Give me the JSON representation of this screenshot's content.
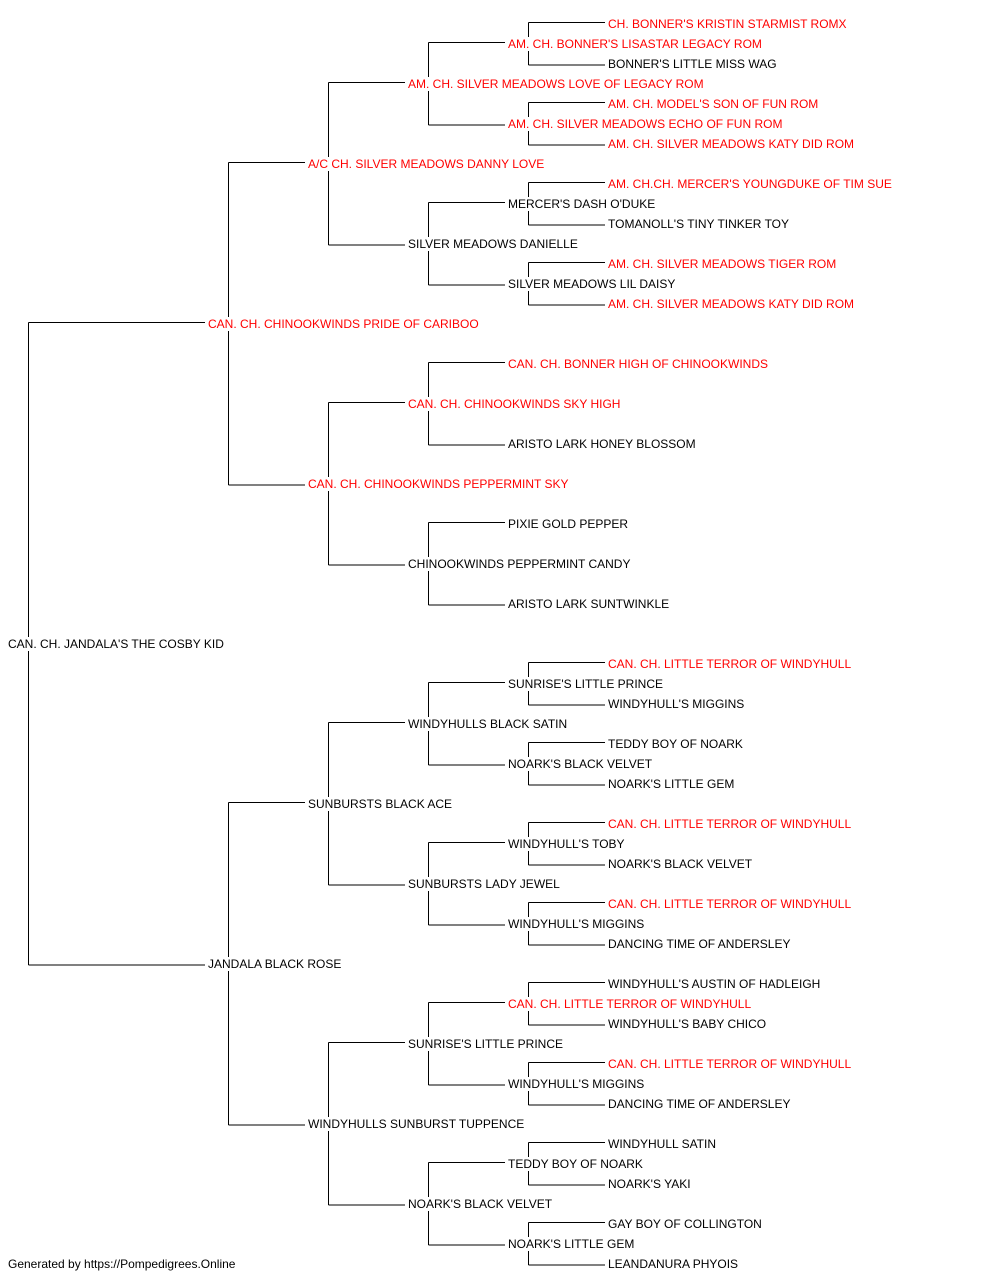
{
  "colors": {
    "champion": "#ff0000",
    "normal": "#000000",
    "line": "#000000"
  },
  "pedigree": {
    "subject": {
      "name": "CAN. CH. JANDALA'S THE COSBY KID",
      "champion": false
    },
    "sire": {
      "name": "CAN. CH. CHINOOKWINDS PRIDE OF CARIBOO",
      "champion": true
    },
    "dam": {
      "name": "JANDALA BLACK ROSE",
      "champion": false
    },
    "sire_sire": {
      "name": "A/C CH. SILVER MEADOWS DANNY LOVE",
      "champion": true
    },
    "sire_dam": {
      "name": "CAN. CH. CHINOOKWINDS PEPPERMINT SKY",
      "champion": true
    },
    "dam_sire": {
      "name": "SUNBURSTS BLACK ACE",
      "champion": false
    },
    "dam_dam": {
      "name": "WINDYHULLS SUNBURST TUPPENCE",
      "champion": false
    },
    "ss_sire": {
      "name": "AM. CH. SILVER MEADOWS LOVE OF LEGACY ROM",
      "champion": true
    },
    "ss_dam": {
      "name": "SILVER MEADOWS DANIELLE",
      "champion": false
    },
    "sd_sire": {
      "name": "CAN. CH. CHINOOKWINDS SKY HIGH",
      "champion": true
    },
    "sd_dam": {
      "name": "CHINOOKWINDS PEPPERMINT CANDY",
      "champion": false
    },
    "ds_sire": {
      "name": "WINDYHULLS BLACK SATIN",
      "champion": false
    },
    "ds_dam": {
      "name": "SUNBURSTS LADY JEWEL",
      "champion": false
    },
    "dd_sire": {
      "name": "SUNRISE'S LITTLE PRINCE",
      "champion": false
    },
    "dd_dam": {
      "name": "NOARK'S BLACK VELVET",
      "champion": false
    },
    "g4_1": {
      "name": "AM. CH. BONNER'S LISASTAR LEGACY ROM",
      "champion": true
    },
    "g4_2": {
      "name": "AM. CH. SILVER MEADOWS ECHO OF FUN ROM",
      "champion": true
    },
    "g4_3": {
      "name": "MERCER'S DASH O'DUKE",
      "champion": false
    },
    "g4_4": {
      "name": "SILVER MEADOWS LIL DAISY",
      "champion": false
    },
    "g4_5": {
      "name": "CAN. CH. BONNER HIGH OF CHINOOKWINDS",
      "champion": true
    },
    "g4_6": {
      "name": "ARISTO LARK HONEY BLOSSOM",
      "champion": false
    },
    "g4_7": {
      "name": "PIXIE GOLD PEPPER",
      "champion": false
    },
    "g4_8": {
      "name": "ARISTO LARK SUNTWINKLE",
      "champion": false
    },
    "g4_9": {
      "name": "SUNRISE'S LITTLE PRINCE",
      "champion": false
    },
    "g4_10": {
      "name": "NOARK'S BLACK VELVET",
      "champion": false
    },
    "g4_11": {
      "name": "WINDYHULL'S TOBY",
      "champion": false
    },
    "g4_12": {
      "name": "WINDYHULL'S MIGGINS",
      "champion": false
    },
    "g4_13": {
      "name": "CAN. CH. LITTLE TERROR OF WINDYHULL",
      "champion": true
    },
    "g4_14": {
      "name": "WINDYHULL'S MIGGINS",
      "champion": false
    },
    "g4_15": {
      "name": "TEDDY BOY OF NOARK",
      "champion": false
    },
    "g4_16": {
      "name": "NOARK'S LITTLE GEM",
      "champion": false
    },
    "g5_1": {
      "name": "CH. BONNER'S KRISTIN STARMIST ROMX",
      "champion": true
    },
    "g5_2": {
      "name": "BONNER'S LITTLE MISS WAG",
      "champion": false
    },
    "g5_3": {
      "name": "AM. CH. MODEL'S SON OF FUN ROM",
      "champion": true
    },
    "g5_4": {
      "name": "AM. CH. SILVER MEADOWS KATY DID ROM",
      "champion": true
    },
    "g5_5": {
      "name": "AM. CH.CH. MERCER'S YOUNGDUKE OF TIM SUE",
      "champion": true
    },
    "g5_6": {
      "name": "TOMANOLL'S TINY TINKER TOY",
      "champion": false
    },
    "g5_7": {
      "name": "AM. CH. SILVER MEADOWS TIGER ROM",
      "champion": true
    },
    "g5_8": {
      "name": "AM. CH. SILVER MEADOWS KATY DID ROM",
      "champion": true
    },
    "g5_9": {
      "name": "CAN. CH. LITTLE TERROR OF WINDYHULL",
      "champion": true
    },
    "g5_10": {
      "name": "WINDYHULL'S MIGGINS",
      "champion": false
    },
    "g5_11": {
      "name": "TEDDY BOY OF NOARK",
      "champion": false
    },
    "g5_12": {
      "name": "NOARK'S LITTLE GEM",
      "champion": false
    },
    "g5_13": {
      "name": "CAN. CH. LITTLE TERROR OF WINDYHULL",
      "champion": true
    },
    "g5_14": {
      "name": "NOARK'S BLACK VELVET",
      "champion": false
    },
    "g5_15": {
      "name": "CAN. CH. LITTLE TERROR OF WINDYHULL",
      "champion": true
    },
    "g5_16": {
      "name": "DANCING TIME OF ANDERSLEY",
      "champion": false
    },
    "g5_17": {
      "name": "WINDYHULL'S AUSTIN OF HADLEIGH",
      "champion": false
    },
    "g5_18": {
      "name": "WINDYHULL'S BABY CHICO",
      "champion": false
    },
    "g5_19": {
      "name": "CAN. CH. LITTLE TERROR OF WINDYHULL",
      "champion": true
    },
    "g5_20": {
      "name": "DANCING TIME OF ANDERSLEY",
      "champion": false
    },
    "g5_21": {
      "name": "WINDYHULL SATIN",
      "champion": false
    },
    "g5_22": {
      "name": "NOARK'S YAKI",
      "champion": false
    },
    "g5_23": {
      "name": "GAY BOY OF COLLINGTON",
      "champion": false
    },
    "g5_24": {
      "name": "LEANDANURA PHYOIS",
      "champion": false
    }
  },
  "footer": "Generated by https://Pompedigrees.Online"
}
